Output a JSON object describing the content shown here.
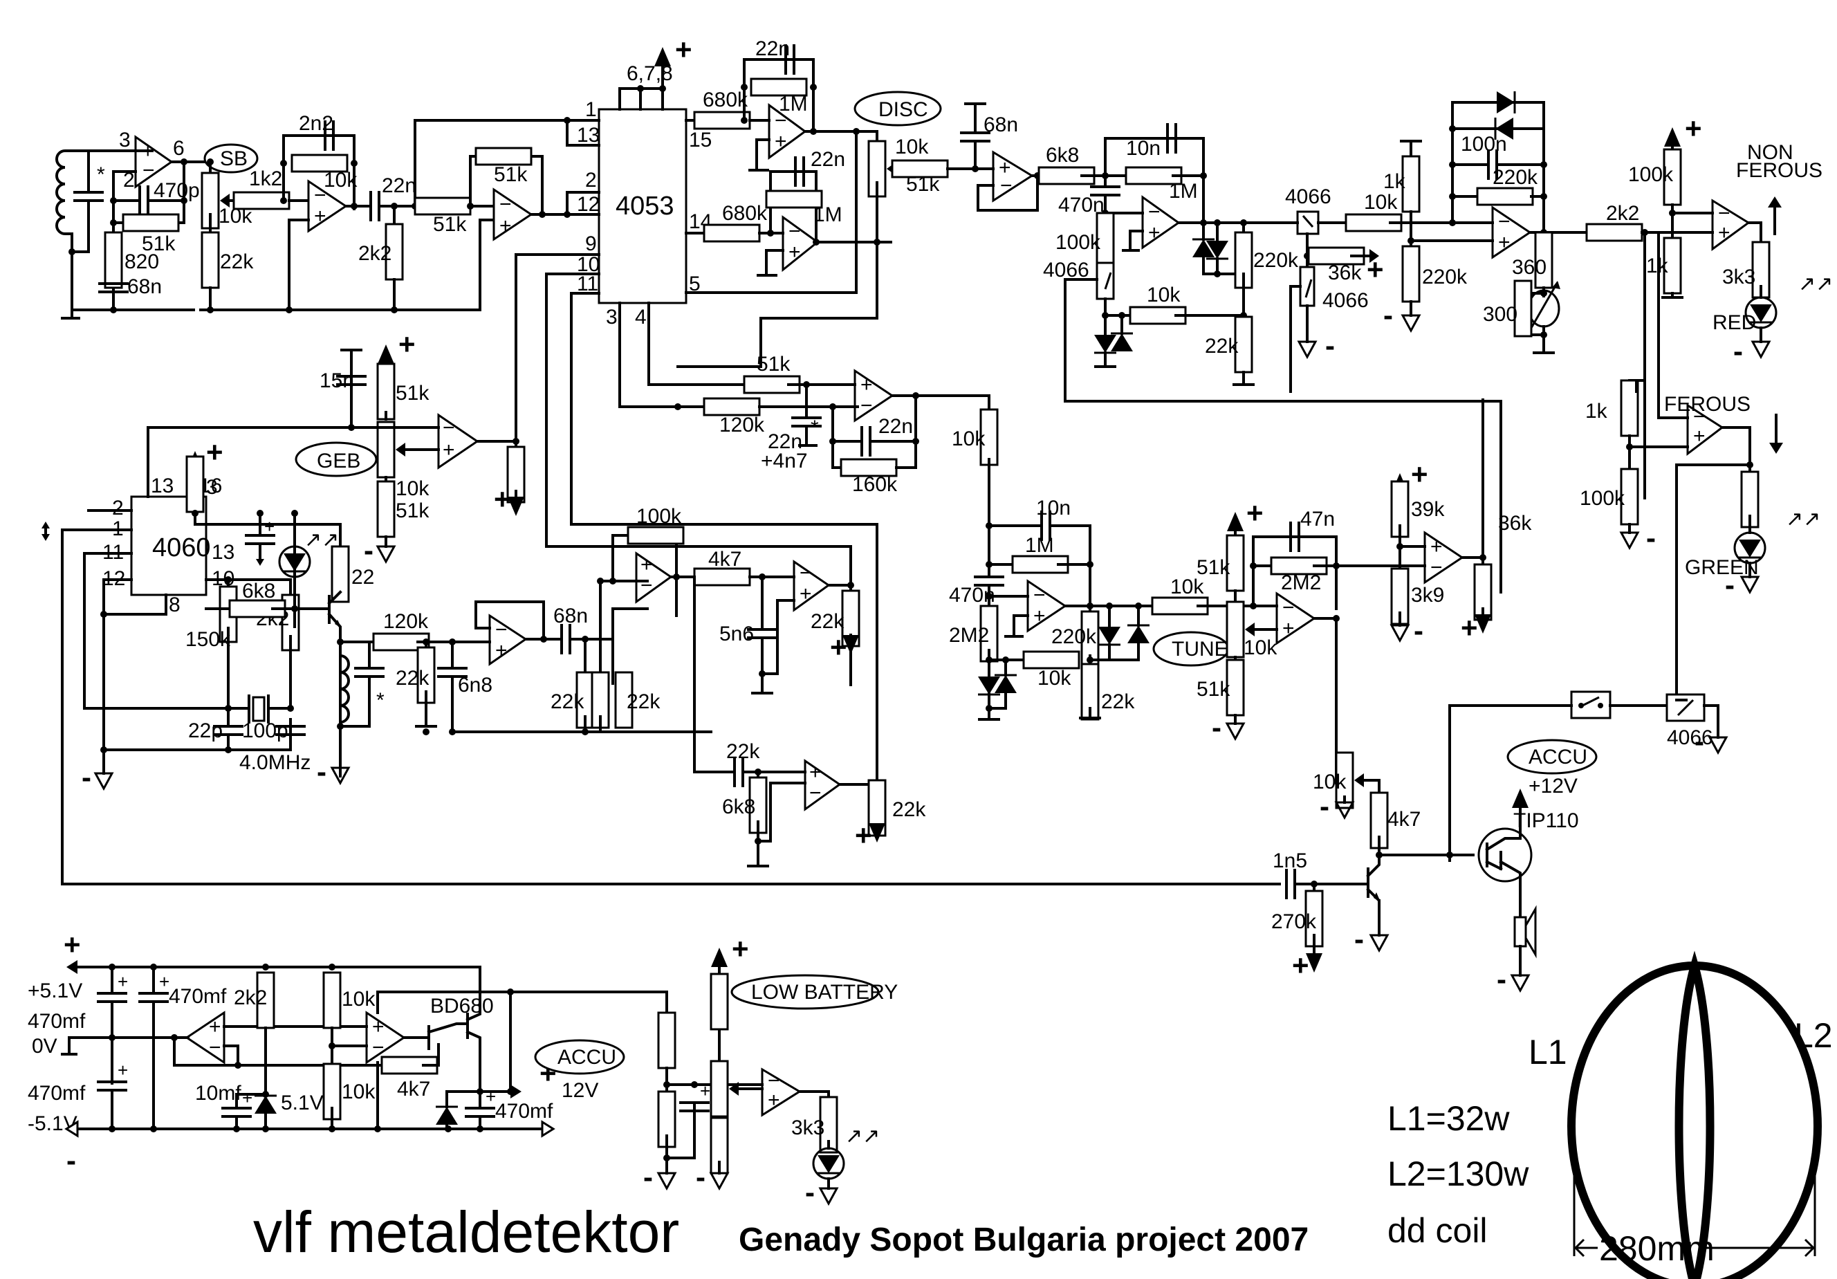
{
  "title": "vlf metaldetektor",
  "credit": "Genady Sopot Bulgaria project 2007",
  "coil": {
    "l1_label": "L1",
    "l2_label": "L2",
    "l1_spec": "L1=32w",
    "l2_spec": "L2=130w",
    "type": "dd coil",
    "diameter": "280mm"
  },
  "controls": {
    "sb": "SB",
    "disc": "DISC",
    "geb": "GEB",
    "tune": "TUNE",
    "accu_1": "ACCU",
    "accu_2": "ACCU",
    "low_battery": "LOW BATTERY"
  },
  "ics": {
    "mux": "4053",
    "counter": "4060",
    "switch_1": "4066",
    "switch_2": "4066",
    "switch_3": "4066",
    "switch_4": "4066",
    "transistor_out": "TIP110",
    "transistor_psu": "BD680"
  },
  "mux_pins": {
    "p1": "1",
    "p13": "13",
    "p2": "2",
    "p12": "12",
    "p9": "9",
    "p10": "10",
    "p11": "11",
    "p3": "3",
    "p4": "4",
    "p15": "15",
    "p14": "14",
    "p5": "5",
    "p678": "6,7,8"
  },
  "counter_pins": {
    "p13a": "13",
    "p16": "16",
    "p2": "2",
    "p1": "1",
    "p11": "11",
    "p12": "12",
    "p13b": "13",
    "p10": "10",
    "p8": "8"
  },
  "opamp_pins": {
    "p3": "3",
    "p2": "2",
    "p6": "6"
  },
  "indicators": {
    "non_ferous_1": "NON",
    "non_ferous_2": "FEROUS",
    "ferous": "FEROUS",
    "red": "RED",
    "green": "GREEN"
  },
  "rails": {
    "plus": "+",
    "minus": "-",
    "plus_5v1": "+5.1V",
    "zero_v": "0V",
    "minus_5v1": "-5.1V",
    "v12": "12V",
    "plus_12v": "+12V",
    "zener": "5.1V",
    "crystal": "4.0MHz"
  },
  "parts": {
    "tx_cap": "*",
    "c470p": "470p",
    "r51k_a": "51k",
    "r820": "820",
    "c68n_a": "68n",
    "pot10k_sb": "10k",
    "r22k_sb": "22k",
    "r1k2": "1k2",
    "c2n2": "2n2",
    "r10k_a": "10k",
    "c22n_a": "22n",
    "r2k2_a": "2k2",
    "r51k_b": "51k",
    "r51k_c": "51k",
    "r680k_a": "680k",
    "r680k_b": "680k",
    "c22n_b": "22n",
    "r1M_a": "1M",
    "c22n_c": "22n",
    "r1M_b": "1M",
    "pot10k_disc": "10k",
    "r51k_d": "51k",
    "c68n_b": "68n",
    "r6k8_a": "6k8",
    "c10n_a": "10n",
    "r1M_c": "1M",
    "c470n_a": "470n",
    "r100k_a": "100k",
    "r10k_b": "10k",
    "r220k_a": "220k",
    "r22k_a": "22k",
    "r10k_c": "10k",
    "r36k_a": "36k",
    "r1k_a": "1k",
    "r220k_b": "220k",
    "c100n": "100n",
    "r220k_c": "220k",
    "r360": "360",
    "r300": "300",
    "r2k2_b": "2k2",
    "r100k_b": "100k",
    "r1k_b": "1k",
    "r3k3_a": "3k3",
    "r1k_c": "1k",
    "r100k_c": "100k",
    "c15n": "15n",
    "r51k_e": "51k",
    "pot10k_geb": "10k",
    "r51k_f": "51k",
    "r3": "3",
    "r22": "22",
    "r6k8_b": "6k8",
    "r150k": "150k",
    "r2k2_c": "2k2",
    "c22p": "22p",
    "c100p": "100p",
    "r120k_a": "120k",
    "rx_cap": "*",
    "r22k_b": "22k",
    "c6n8": "6n8",
    "c68n_c": "68n",
    "r100k_d": "100k",
    "r22k_c": "22k",
    "r22k_d": "22k",
    "r4k7_a": "4k7",
    "c5n6": "5n6",
    "r22k_e": "22k",
    "c22k_f": "22k",
    "r6k8_c": "6k8",
    "r22k_g": "22k",
    "r51k_g": "51k",
    "r120k_b": "120k",
    "c22n_d": "22n",
    "c4n7": "+4n7",
    "star": "*",
    "c22n_e": "22n",
    "r160k": "160k",
    "r10k_d": "10k",
    "c10n_b": "10n",
    "r1M_d": "1M",
    "c470n_b": "470n",
    "r2M2_a": "2M2",
    "r220k_d": "220k",
    "r10k_e": "10k",
    "r22k_h": "22k",
    "r10k_f": "10k",
    "r51k_h": "51k",
    "pot10k_tune": "10k",
    "r51k_i": "51k",
    "c47n": "47n",
    "r2M2_b": "2M2",
    "r39k": "39k",
    "r3k9": "3k9",
    "r36k_b": "36k",
    "pot10k_accu": "10k",
    "r4k7_b": "4k7",
    "c1n5": "1n5",
    "r270k": "270k",
    "c470mf_a": "470mf",
    "c470mf_b": "470mf",
    "c470mf_c": "470mf",
    "r2k2_d": "2k2",
    "r10k_g": "10k",
    "r10k_h": "10k",
    "r4k7_c": "4k7",
    "c10mf": "10mf",
    "c470mf_d": "470mf",
    "r3k3_b": "3k3"
  }
}
